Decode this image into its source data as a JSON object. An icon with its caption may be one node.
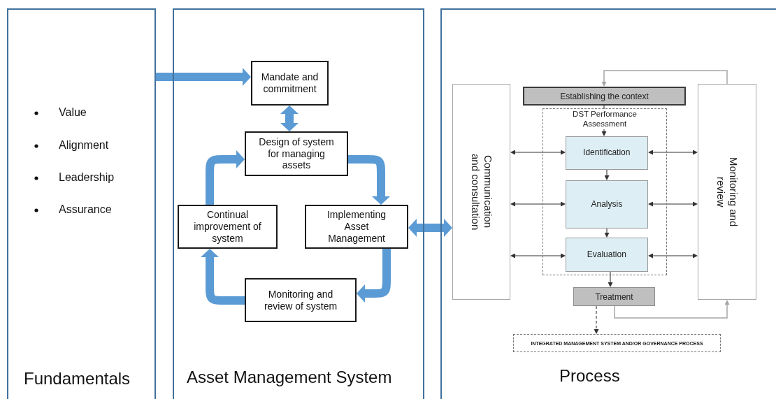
{
  "diagram": {
    "nodes": [
      {
        "text": [
          "Value",
          "Alignment",
          "Leadership",
          "Assurance",
          "Fundamentals"
        ]
      },
      {
        "text": [
          "Asset Management System"
        ]
      },
      {
        "text": [
          "Mandate and commitment"
        ],
        "in": 1
      },
      {
        "text": [
          "Design of system for managing assets"
        ],
        "in": 1
      },
      {
        "text": [
          "Continual improvement of system"
        ],
        "in": 1
      },
      {
        "text": [
          "Implementing Asset Management"
        ],
        "in": 1
      },
      {
        "text": [
          "Monitoring and review of system"
        ],
        "in": 1
      },
      {
        "text": [
          "Process"
        ]
      },
      {
        "text": [
          "Communication and consultation"
        ],
        "in": 7
      },
      {
        "text": [
          "Establishing the context"
        ],
        "in": 7
      },
      {
        "text": [
          "DST Performance Assessment"
        ],
        "in": 7
      },
      {
        "text": [
          "Identification"
        ],
        "in": 10
      },
      {
        "text": [
          "Analysis"
        ],
        "in": 10
      },
      {
        "text": [
          "Evaluation"
        ],
        "in": 10
      },
      {
        "text": [
          "Monitoring and review"
        ],
        "in": 7
      },
      {
        "text": [
          "Treatment"
        ],
        "in": 7
      },
      {
        "text": [
          "INTEGRATED MANAGEMENT SYSTEM AND/OR GOVERNANCE PROCESS"
        ],
        "in": 7
      }
    ],
    "edges": [
      {
        "from": 0,
        "to": 2,
        "arrow": "to",
        "style": "thick",
        "color": "#5b9bd5"
      },
      {
        "from": 2,
        "to": 3,
        "arrow": "both",
        "style": "thick",
        "color": "#5b9bd5"
      },
      {
        "from": 3,
        "to": 5,
        "arrow": "to",
        "style": "thick",
        "color": "#5b9bd5"
      },
      {
        "from": 5,
        "to": 6,
        "arrow": "to",
        "style": "thick",
        "color": "#5b9bd5"
      },
      {
        "from": 6,
        "to": 4,
        "arrow": "to",
        "style": "thick",
        "color": "#5b9bd5"
      },
      {
        "from": 4,
        "to": 3,
        "arrow": "to",
        "style": "thick",
        "color": "#5b9bd5"
      },
      {
        "from": 5,
        "to": 8,
        "arrow": "both",
        "style": "thick",
        "color": "#5b9bd5"
      },
      {
        "from": 8,
        "to": 11,
        "arrow": "both"
      },
      {
        "from": 8,
        "to": 12,
        "arrow": "both"
      },
      {
        "from": 8,
        "to": 13,
        "arrow": "both"
      },
      {
        "from": 11,
        "to": 14,
        "arrow": "both"
      },
      {
        "from": 12,
        "to": 14,
        "arrow": "both"
      },
      {
        "from": 13,
        "to": 14,
        "arrow": "both"
      },
      {
        "from": 14,
        "to": 9,
        "arrow": "to",
        "color": "#a6a6a6"
      },
      {
        "from": 9,
        "to": 11,
        "arrow": "to"
      },
      {
        "from": 11,
        "to": 12,
        "arrow": "to"
      },
      {
        "from": 12,
        "to": 13,
        "arrow": "to"
      },
      {
        "from": 13,
        "to": 15,
        "arrow": "to"
      },
      {
        "from": 15,
        "to": 14,
        "arrow": "to",
        "color": "#a6a6a6"
      },
      {
        "from": 15,
        "to": 16,
        "arrow": "to",
        "style": "dashed"
      }
    ]
  }
}
